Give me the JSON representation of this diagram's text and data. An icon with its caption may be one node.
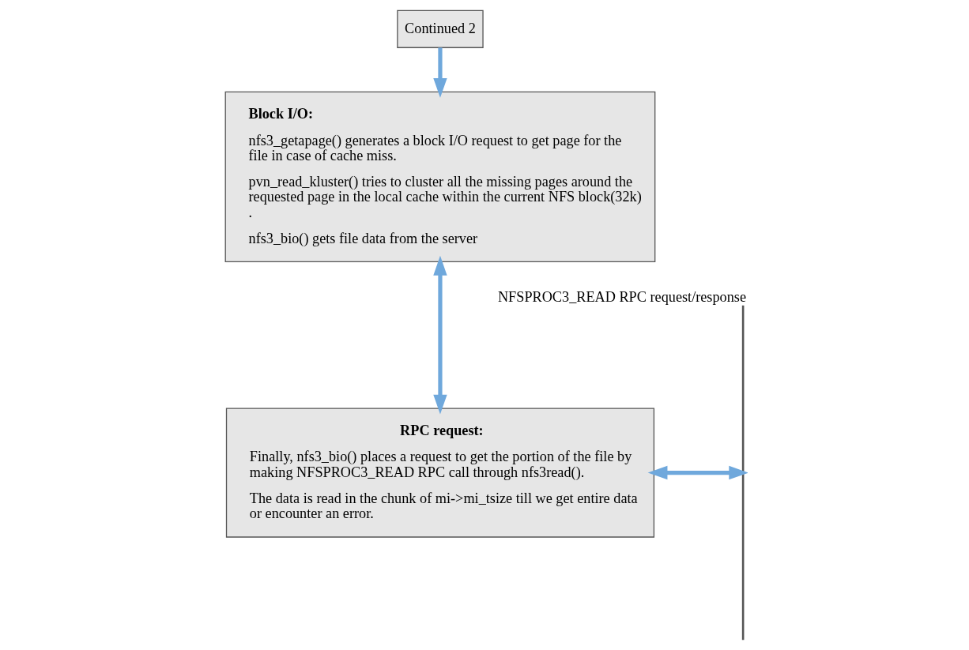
{
  "diagram": {
    "nodes": [
      {
        "text": [
          "Continued 2"
        ]
      },
      {
        "text": [
          "Block I/O:",
          "nfs3_getapage() generates a block I/O request to get page for the file in case of cache miss.",
          "pvn_read_kluster() tries to cluster all the missing pages around the requested page in the local cache within the current NFS block(32k) .",
          "nfs3_bio() gets file data from the server"
        ]
      },
      {
        "text": [
          "RPC request:",
          "Finally, nfs3_bio() places a request to get the portion of the file by making NFSPROC3_READ RPC call through nfs3read().",
          "The data is read in the chunk of mi->mi_tsize till we get entire data or encounter an error."
        ]
      },
      {
        "text": [],
        "shape": "bar",
        "beside": [
          "NFSPROC3_READ RPC request/response"
        ]
      }
    ],
    "edges": [
      {
        "from": 0,
        "to": 1,
        "arrow": "to"
      },
      {
        "from": 1,
        "to": 2,
        "arrow": "both"
      },
      {
        "from": 2,
        "to": 3,
        "arrow": "both"
      }
    ]
  }
}
